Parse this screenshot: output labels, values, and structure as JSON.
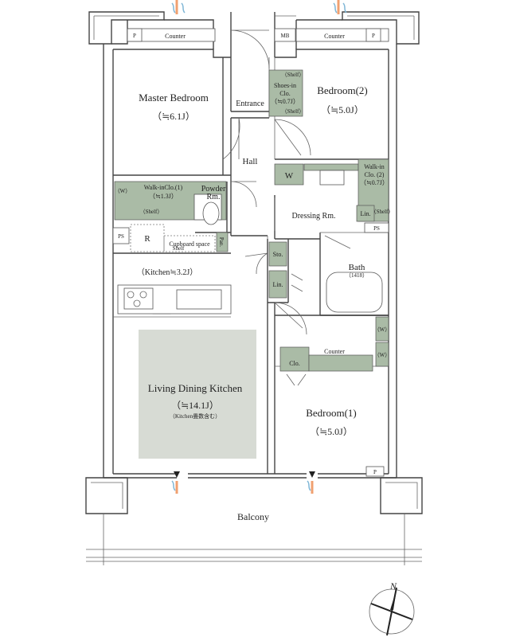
{
  "rooms": {
    "master_bedroom": {
      "name": "Master Bedroom",
      "size": "（≒6.1J）"
    },
    "bedroom2": {
      "name": "Bedroom(2)",
      "size": "（≒5.0J）"
    },
    "bedroom1": {
      "name": "Bedroom(1)",
      "size": "（≒5.0J）"
    },
    "ldk": {
      "name": "Living Dining Kitchen",
      "size": "（≒14.1J）",
      "note": "（Kitchen畳数含む）"
    },
    "kitchen": {
      "name": "（Kitchen≒3.2J）"
    },
    "entrance": "Entrance",
    "hall": "Hall",
    "dressing": "Dressing Rm.",
    "bath": {
      "name": "Bath",
      "size": "（1418）"
    },
    "powder": {
      "line1": "Powder",
      "line2": "Rm."
    },
    "balcony": "Balcony"
  },
  "storage": {
    "shoes": {
      "line1": "Shoes-in",
      "line2": "Clo.",
      "line3": "（≒0.7J）",
      "shelf": "（Shelf）"
    },
    "wic1": {
      "line1": "Walk-inClo.(1)",
      "line2": "（≒1.3J）",
      "w": "（W）",
      "shelf": "（Shelf）"
    },
    "wic2": {
      "line1": "Walk-in",
      "line2": "Clo. (2)",
      "line3": "（≒0.7J）",
      "shelf": "（Shelf）"
    },
    "w": "W",
    "w_small": "（W）",
    "lin": "Lin.",
    "sto": "Sto.",
    "clo": "Clo.",
    "pan": "Pan.",
    "shelf": "Shelf"
  },
  "fixtures": {
    "counter": "Counter",
    "p": "P",
    "mb": "MB",
    "ps": "PS",
    "r": "R",
    "cupboard": "Cupboard space"
  },
  "compass": "N"
}
